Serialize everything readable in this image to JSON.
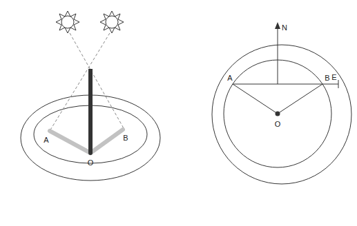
{
  "diagram": {
    "labels": [
      "A",
      "B",
      "O",
      "N",
      "E",
      "A",
      "B",
      "O"
    ]
  }
}
